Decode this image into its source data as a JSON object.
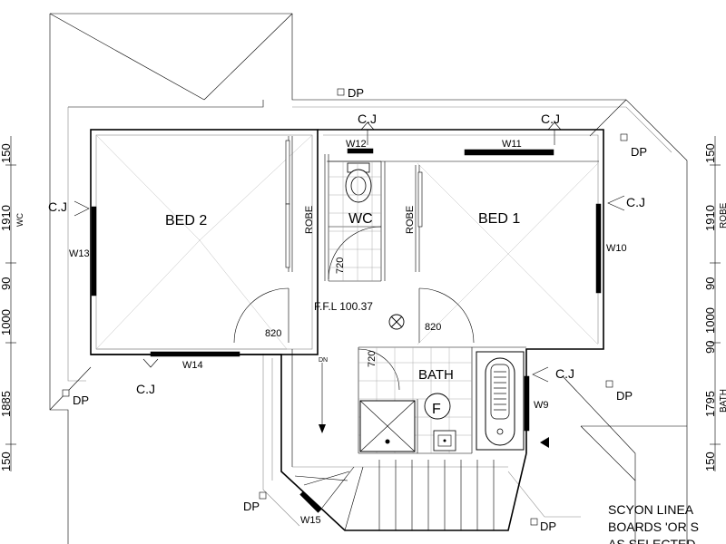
{
  "rooms": {
    "bed2": "BED 2",
    "bed1": "BED 1",
    "wc": "WC",
    "bath": "BATH",
    "robe_left": "ROBE",
    "robe_right": "ROBE"
  },
  "annotations": {
    "ffl": "F.F.L 100.37",
    "dn": "DN",
    "door_820_left": "820",
    "door_820_right": "820",
    "door_720_wc": "720",
    "door_720_bath": "720",
    "floor_waste": "F"
  },
  "windows": {
    "w9": "W9",
    "w10": "W10",
    "w11": "W11",
    "w12": "W12",
    "w13": "W13",
    "w14": "W14",
    "w15": "W15"
  },
  "control_joints": {
    "cj_top_left": "C.J",
    "cj_top_right": "C.J",
    "cj_left": "C.J",
    "cj_right": "C.J",
    "cj_bottom_left": "C.J",
    "cj_bath": "C.J"
  },
  "downpipes": {
    "dp_top": "DP",
    "dp_right_top": "DP",
    "dp_left_bottom": "DP",
    "dp_right_bottom": "DP",
    "dp_bottom_left": "DP",
    "dp_bottom_right": "DP"
  },
  "dimensions_left": {
    "d150_top": "150",
    "d1910": "1910",
    "wc": "WC",
    "d1000": "1000",
    "d90": "90",
    "d1885": "1885",
    "d150_bottom": "150"
  },
  "dimensions_right": {
    "d150_top": "150",
    "d1910": "1910",
    "robe": "ROBE",
    "d1000": "1000",
    "d90a": "90",
    "d90b": "90",
    "d1795": "1795",
    "bath": "BATH",
    "d150_bottom": "150"
  },
  "notes": {
    "line1": "SCYON LINEA",
    "line2": "BOARDS 'OR S",
    "line3": "AS SELECTED"
  }
}
